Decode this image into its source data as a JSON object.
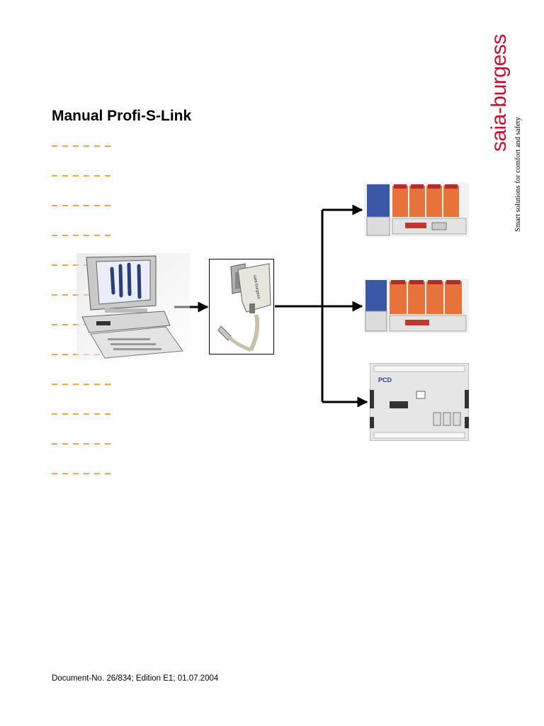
{
  "document": {
    "title": "Manual Profi-S-Link",
    "footer": "Document-No. 26/834; Edition E1; 01.07.2004"
  },
  "logo": {
    "brand_part1": "saia",
    "brand_part2": "burgess",
    "tagline": "Smart solutions for comfort and safety",
    "brand_color": "#c8102e"
  },
  "connector_label": "saia-burgess",
  "plc_label": "PCD",
  "colors": {
    "dash_accent": "#f0a64a",
    "plc_blue": "#3b57a8",
    "plc_orange": "#e8733a"
  }
}
